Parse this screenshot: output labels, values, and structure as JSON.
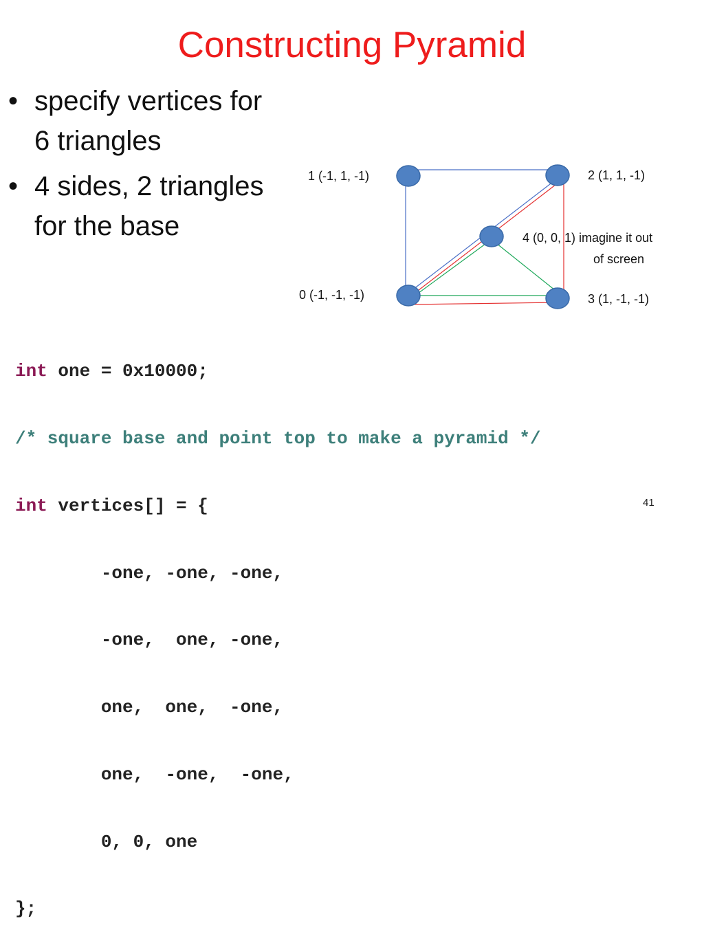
{
  "title": "Constructing Pyramid",
  "bullets": [
    {
      "lines": [
        "specify vertices for",
        "6 triangles"
      ]
    },
    {
      "lines": [
        "4 sides, 2 triangles",
        "for the base"
      ]
    }
  ],
  "diagram": {
    "vertices": [
      {
        "label": "0 (-1, -1, -1)"
      },
      {
        "label": "1 (-1,  1, -1)"
      },
      {
        "label": "2 (1,  1, -1)"
      },
      {
        "label": "3 (1,  -1, -1)"
      },
      {
        "label_line1": "4 (0,  0, 1) imagine it out",
        "label_line2": "of screen"
      }
    ],
    "node_color": "#4f81c3",
    "edge_colors": {
      "blue": "#4a6fc6",
      "red": "#e43030",
      "green": "#1ea85a"
    }
  },
  "code": {
    "lines": [
      [
        "int",
        " one = 0x10000;"
      ],
      [
        "",
        "/* square base and point top to make a pyramid */"
      ],
      [
        "int",
        " vertices[] = {"
      ],
      [
        "",
        "        -one, -one, -one,"
      ],
      [
        "",
        "        -one,  one, -one,"
      ],
      [
        "",
        "        one,  one,  -one,"
      ],
      [
        "",
        "        one,  -one,  -one,"
      ],
      [
        "",
        "        0, 0, one"
      ],
      [
        "",
        "};"
      ]
    ],
    "keyword_color": "#8b1a55",
    "comment_color": "#3d7f7a"
  },
  "page_number": "41"
}
